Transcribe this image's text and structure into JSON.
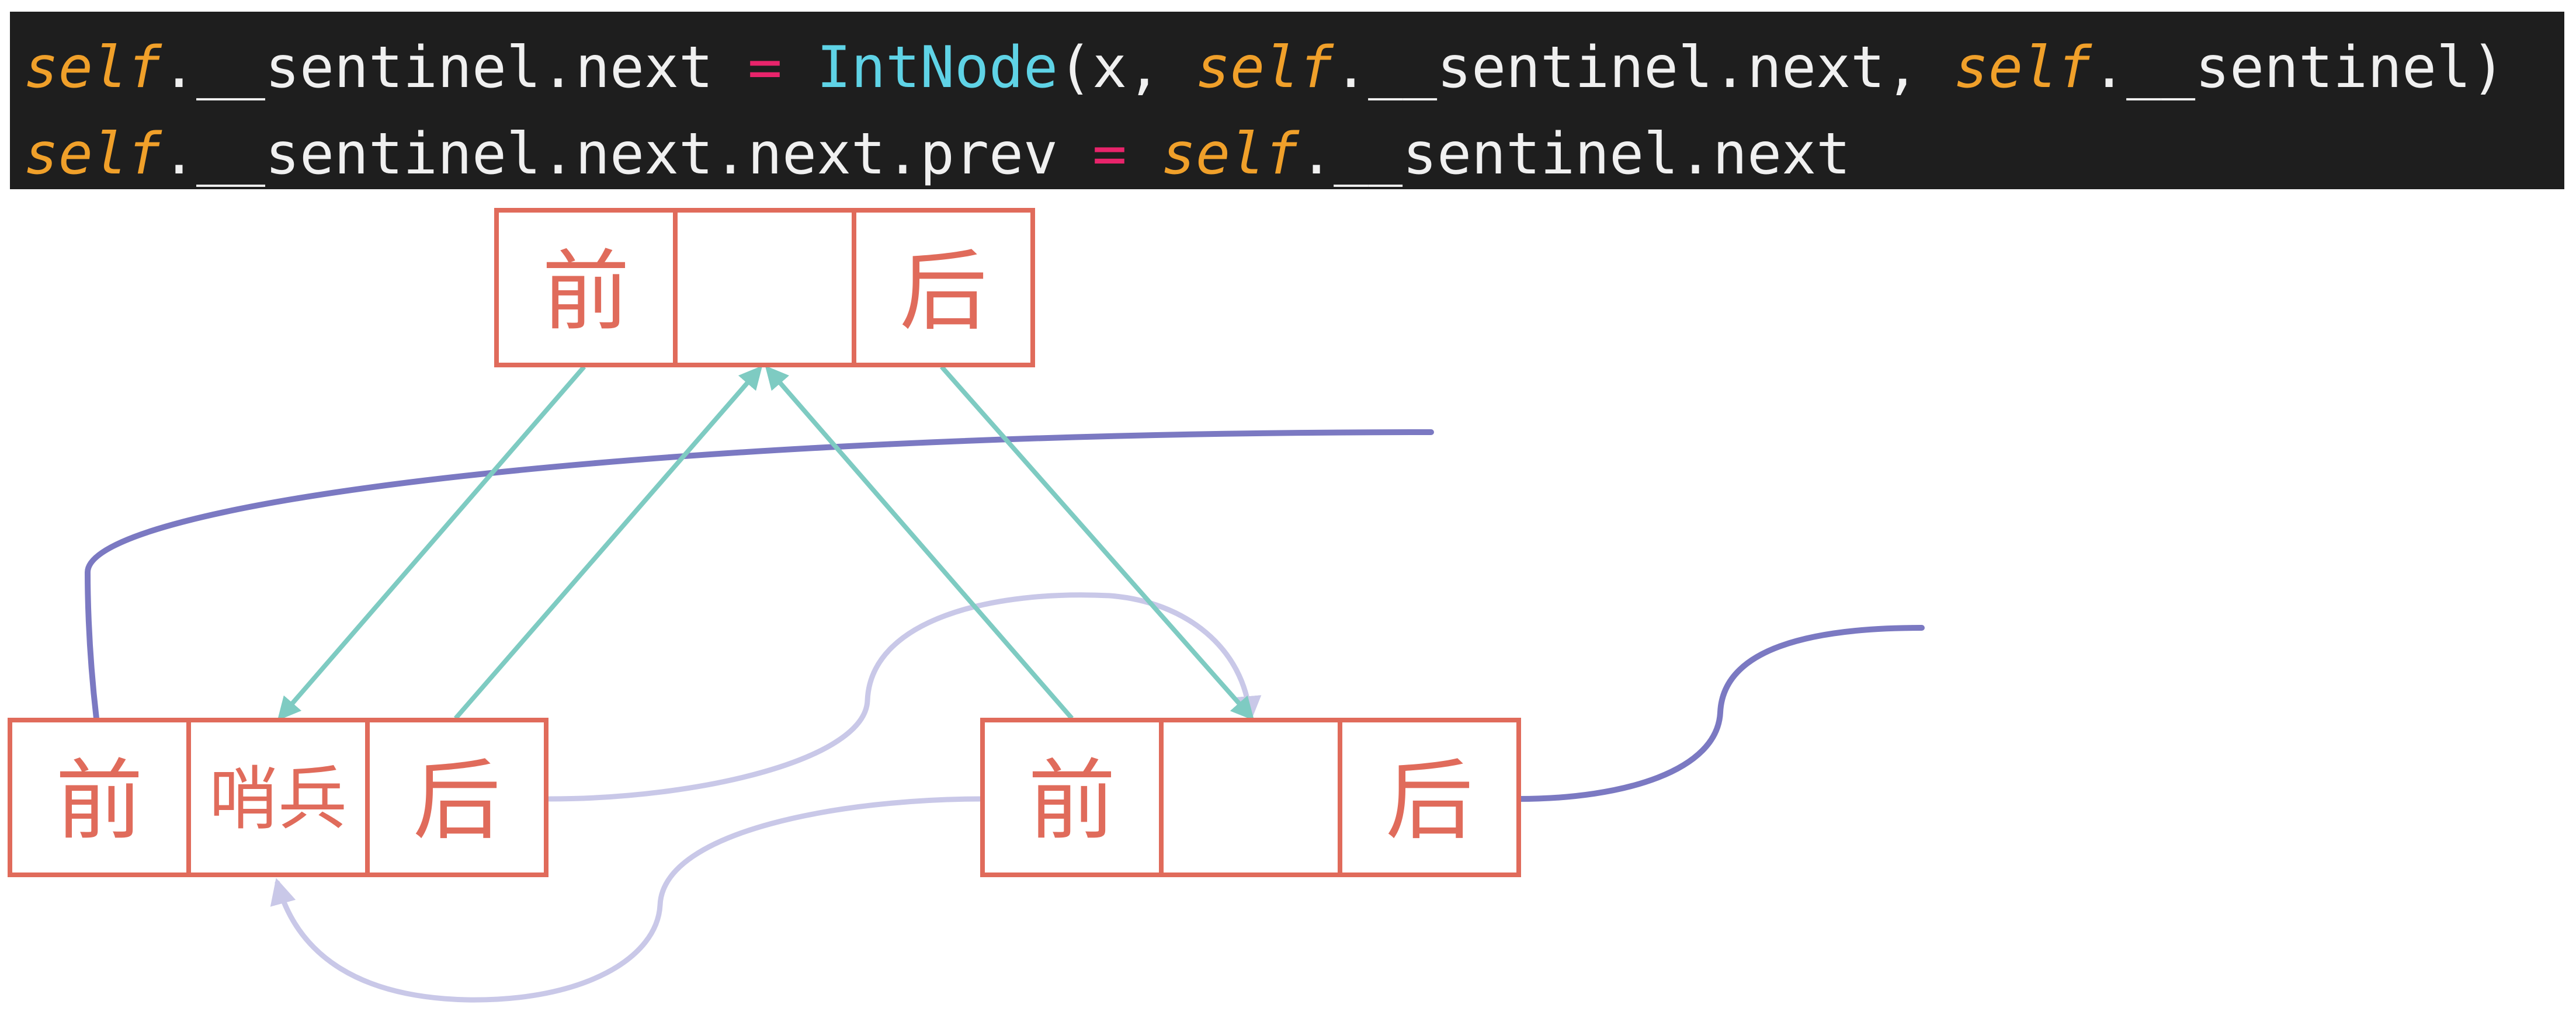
{
  "code": {
    "line1": {
      "t1": "self",
      "t2": ".__sentinel.next ",
      "t3": "=",
      "t4": " ",
      "t5": "IntNode",
      "t6": "(x, ",
      "t7": "self",
      "t8": ".__sentinel.next, ",
      "t9": "self",
      "t10": ".__sentinel)"
    },
    "line2": {
      "t1": "self",
      "t2": ".__sentinel.next.next.prev ",
      "t3": "=",
      "t4": " ",
      "t5": "self",
      "t6": ".__sentinel.next"
    }
  },
  "nodes": {
    "new_node": {
      "prev": "前",
      "item": "",
      "next": "后"
    },
    "sentinel": {
      "prev": "前",
      "item": "哨兵",
      "next": "后"
    },
    "old_first": {
      "prev": "前",
      "item": "",
      "next": "后"
    }
  },
  "colors": {
    "code_background": "#1e1e1e",
    "keyword_self": "#f0a02a",
    "operator": "#e8246b",
    "class_name": "#5fd3e6",
    "node_border": "#e06b5b",
    "new_links": "#7ecbc2",
    "outer_links": "#7b79c2",
    "old_links": "#c9c8e8"
  }
}
